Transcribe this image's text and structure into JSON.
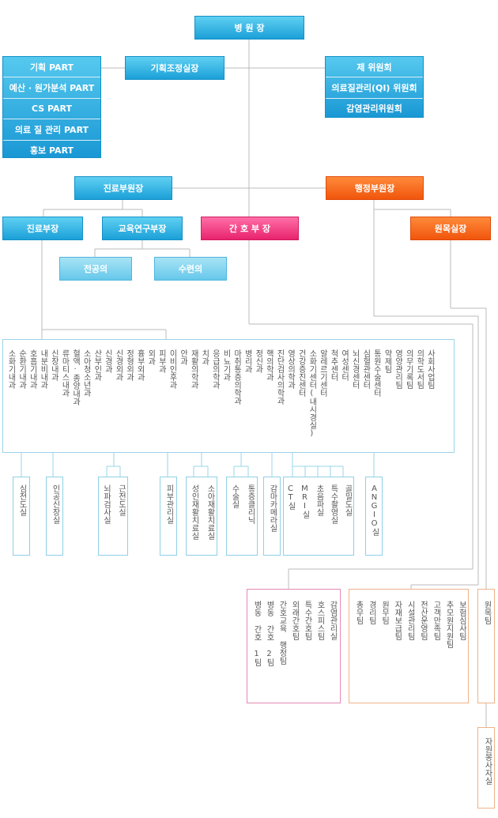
{
  "top": {
    "director": "병 원 장",
    "planning_coord": "기획조정실장",
    "left_stack": [
      "기획 PART",
      "예산 · 원가분석 PART",
      "CS PART",
      "의료 질 관리 PART",
      "홍보 PART"
    ],
    "right_stack": [
      "제 위원회",
      "의료질관리(QI) 위원회",
      "감염관리위원회"
    ]
  },
  "mid": {
    "medical_vp": "진료부원장",
    "admin_vp": "행정부원장",
    "medical_head": "진료부장",
    "education_head": "교육연구부장",
    "nursing_head": "간 호 부 장",
    "chaplain": "원목실장",
    "fellow": "전공의",
    "intern": "수련의"
  },
  "departments": [
    "소화기내과",
    "순환기내과",
    "호흡기내과",
    "내분비내과",
    "신장내과",
    "류마티스내과",
    "혈액·종양내과",
    "소아청소년과",
    "산부인과",
    "신경과",
    "신경외과",
    "정형외과",
    "흉부외과",
    "외과",
    "피부과",
    "이비인후과",
    "안과",
    "재활의학과",
    "치과",
    "응급의학과",
    "비뇨기과",
    "마취통증의학과",
    "병리과",
    "정신과",
    "핵의학과",
    "진단검사의학과",
    "영상의학과",
    "건강증진센터",
    "소화기센터(내시경실)",
    "알레르기센터",
    "척추센터",
    "여성센터",
    "뇌신경센터",
    "심혈관센터",
    "통원수술센터",
    "약제팀",
    "영양관리팀",
    "의무기록팀",
    "의학도서팀",
    "사회사업팀"
  ],
  "sub_units": [
    "심전도실",
    "인공신장실",
    "뇌파검사실",
    "근전도실",
    "피부관리실",
    "성인재활치료실",
    "소아재활치료실",
    "수술실",
    "통증클리닉",
    "감마카메라실",
    "CT실",
    "MRI실",
    "초음파실",
    "특수촬영실",
    "골밀도실",
    "ANGIO실"
  ],
  "nursing_teams": [
    "병동 간호 1팀",
    "병동 간호 2팀",
    "간호교육 행정팀",
    "외래간호팀",
    "특수간호팀",
    "호스피스팀",
    "감염관리실"
  ],
  "admin_teams": [
    "총무팀",
    "경리팀",
    "원무팀",
    "자재보급팀",
    "시설관리팀",
    "전산운영팀",
    "고객만족팀",
    "추모원지원팀",
    "보험심사팀"
  ],
  "chaplain_teams": [
    "원목팀"
  ],
  "volunteer": "자원봉사자실",
  "colors": {
    "blue": "#1ba0d8",
    "light_blue": "#66c8ea",
    "orange": "#f0550c",
    "pink": "#e8236d",
    "line": "#bbbbbb"
  }
}
